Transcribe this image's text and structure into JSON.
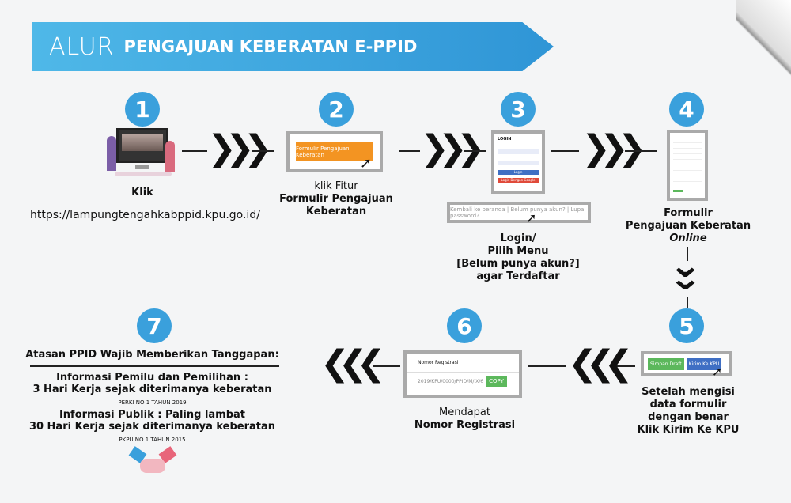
{
  "banner": {
    "alur": "ALUR",
    "title": "PENGAJUAN KEBERATAN E-PPID"
  },
  "steps": [
    {
      "num": "1",
      "label": "Klik",
      "url": "https://lampungtengahkabppid.kpu.go.id/"
    },
    {
      "num": "2",
      "line1": "klik Fitur",
      "line2": "Formulir Pengajuan",
      "line3": "Keberatan",
      "button": "Formulir Pengajuan Keberatan"
    },
    {
      "num": "3",
      "line1": "Login/",
      "line2": "Pilih Menu",
      "line3": "[Belum punya akun?]",
      "line4": "agar Terdaftar",
      "login_title": "LOGIN",
      "login_btn": "Login",
      "google_btn": "Login Dengan Google",
      "links": "Kembali ke beranda | Belum punya akun? | Lupa password?"
    },
    {
      "num": "4",
      "line1": "Formulir",
      "line2": "Pengajuan Keberatan",
      "line3": "Online"
    },
    {
      "num": "5",
      "line1": "Setelah mengisi",
      "line2": "data formulir",
      "line3": "dengan benar",
      "line4a": "Klik ",
      "line4b": "Kirim Ke KPU",
      "draft_btn": "Simpan Draft",
      "send_btn": "Kirim Ke KPU"
    },
    {
      "num": "6",
      "line1": "Mendapat",
      "line2": "Nomor Registrasi",
      "reg_label": "Nomor Registrasi",
      "reg_value": "2019/KPU/0000/PPID/M/IX/6",
      "copy_btn": "COPY"
    },
    {
      "num": "7",
      "heading": "Atasan PPID Wajib Memberikan Tanggapan:",
      "info1a": "Informasi Pemilu dan Pemilihan :",
      "info1b": "3 Hari Kerja sejak diterimanya keberatan",
      "ref1": "PERKI NO 1 TAHUN 2019",
      "info2a": "Informasi Publik : Paling lambat",
      "info2b": "30 Hari Kerja sejak diterimanya keberatan",
      "ref2": "PKPU NO 1 TAHUN 2015"
    }
  ],
  "colors": {
    "accent": "#3aa0dc",
    "orange": "#f39422",
    "green": "#5cb85c",
    "blue": "#3f6fc4",
    "red": "#e04a3a"
  }
}
